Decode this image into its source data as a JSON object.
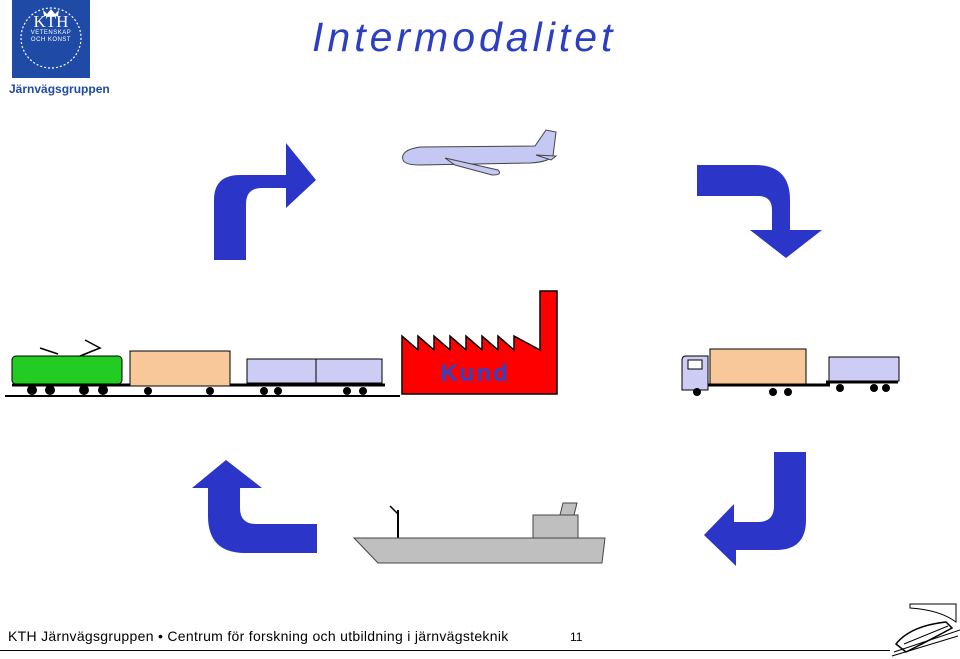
{
  "header": {
    "logo_text": "KTH",
    "logo_subtitle_1": "VETENSKAP",
    "logo_subtitle_2": "OCH KONST",
    "group_name": "Järnvägsgruppen",
    "title": "Intermodalitet"
  },
  "diagram": {
    "center_label": "Kund",
    "icons": [
      "airplane-icon",
      "train-icon",
      "factory-icon",
      "truck-icon",
      "ship-icon",
      "curved-arrow-icon"
    ],
    "colors": {
      "arrow": "#2b35c8",
      "factory": "#ff0000",
      "locomotive": "#22cc22",
      "container": "#f9c89a",
      "wagon": "#ccccf4"
    }
  },
  "footer": {
    "text": "KTH Järnvägsgruppen • Centrum för forskning och utbildning i järnvägsteknik",
    "page_number": "11"
  }
}
